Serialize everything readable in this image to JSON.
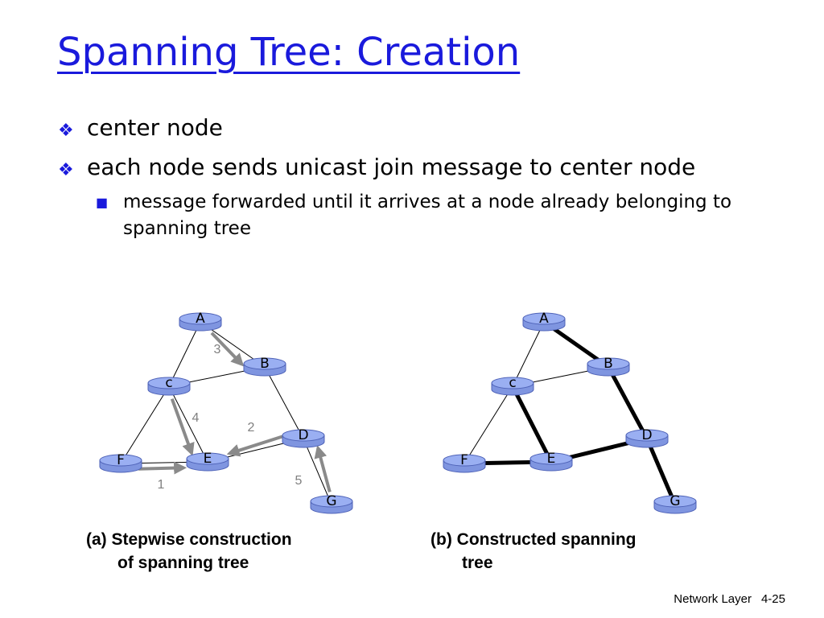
{
  "slide": {
    "title": "Spanning Tree: Creation",
    "bullets": [
      "center node",
      "each node sends unicast join message to center node"
    ],
    "sub_bullets": [
      "message forwarded until it arrives at a node already belonging to spanning tree"
    ],
    "footer_text": "Network Layer",
    "page_number": "4-25"
  },
  "colors": {
    "title": "#1a1adc",
    "bullet_marker": "#1a1adc",
    "router_fill": "#9aaff2",
    "router_stroke": "#4f63b8",
    "arrow": "#8a8a8a",
    "tree_edge": "#000000",
    "step_label": "#808080"
  },
  "diagram_a": {
    "caption_line1": "(a) Stepwise construction",
    "caption_line2": "of spanning tree",
    "nodes": [
      {
        "id": "A",
        "label": "A"
      },
      {
        "id": "B",
        "label": "B"
      },
      {
        "id": "c",
        "label": "c"
      },
      {
        "id": "D",
        "label": "D"
      },
      {
        "id": "E",
        "label": "E"
      },
      {
        "id": "F",
        "label": "F"
      },
      {
        "id": "G",
        "label": "G"
      }
    ],
    "links": [
      [
        "A",
        "B"
      ],
      [
        "A",
        "c"
      ],
      [
        "c",
        "B"
      ],
      [
        "c",
        "F"
      ],
      [
        "c",
        "E"
      ],
      [
        "B",
        "D"
      ],
      [
        "D",
        "E"
      ],
      [
        "F",
        "E"
      ],
      [
        "D",
        "G"
      ]
    ],
    "join_steps": [
      {
        "step": "1",
        "from": "F",
        "to": "E"
      },
      {
        "step": "2",
        "from": "D",
        "to": "E"
      },
      {
        "step": "3",
        "from": "A",
        "to": "B"
      },
      {
        "step": "4",
        "from": "c",
        "to": "E"
      },
      {
        "step": "5",
        "from": "G",
        "to": "D"
      }
    ]
  },
  "diagram_b": {
    "caption_line1": "(b) Constructed spanning",
    "caption_line2": "tree",
    "nodes": [
      {
        "id": "A",
        "label": "A"
      },
      {
        "id": "B",
        "label": "B"
      },
      {
        "id": "c",
        "label": "c"
      },
      {
        "id": "D",
        "label": "D"
      },
      {
        "id": "E",
        "label": "E"
      },
      {
        "id": "F",
        "label": "F"
      },
      {
        "id": "G",
        "label": "G"
      }
    ],
    "links": [
      [
        "A",
        "c"
      ],
      [
        "c",
        "B"
      ],
      [
        "F",
        "c"
      ]
    ],
    "tree_links": [
      [
        "A",
        "B"
      ],
      [
        "B",
        "D"
      ],
      [
        "D",
        "G"
      ],
      [
        "c",
        "E"
      ],
      [
        "F",
        "E"
      ],
      [
        "E",
        "D"
      ]
    ]
  }
}
